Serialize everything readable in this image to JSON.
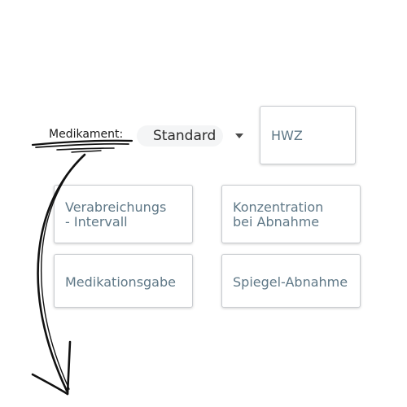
{
  "medikament": {
    "label": "Medikament:",
    "selected": "Standard",
    "caret_icon": "caret-down-icon"
  },
  "buttons": {
    "hwz": "HWZ",
    "intervall": "Verabreichungs\n- Intervall",
    "konzentration": "Konzentration\nbei Abnahme",
    "medikationsgabe": "Medikationsgabe",
    "spiegel": "Spiegel-Abnahme"
  },
  "colors": {
    "button_text": "#5f7887",
    "button_border": "#c9ccd0",
    "annotation_ink": "#111111"
  },
  "annotation": {
    "icon": "hand-drawn-arrow-icon"
  }
}
